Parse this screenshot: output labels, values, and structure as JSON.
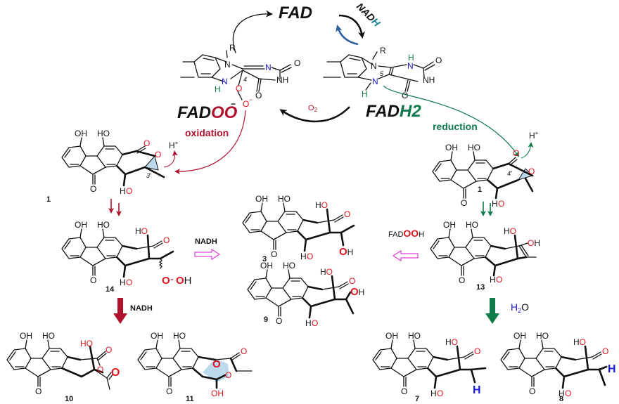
{
  "colors": {
    "black": "#111111",
    "oxidation_red": "#b0122e",
    "reduction_green": "#0f7a4a",
    "teal": "#138290",
    "blue_arrow": "#2e5f9c",
    "atom_red": "#e0141e",
    "atom_blue": "#1a1ad6",
    "atom_green": "#0f7a3c",
    "inhibit_magenta": "#e040e0",
    "epoxide_fill": "#bcd9ee"
  },
  "cycle": {
    "fad": "FAD",
    "nadh_prefix": "NAD",
    "nadh_h": "H",
    "o2_label": "O",
    "o2_sub": "2",
    "fadoo_prefix": "FAD",
    "fadoo_suffix": "OO",
    "fadoo_charge": "−",
    "fadh2_prefix": "FAD",
    "fadh2_suffix": "H2"
  },
  "flavin_left": {
    "r": "R",
    "n1": "N",
    "n2": "N",
    "nh": "NH",
    "n_bottom": "N",
    "h_bottom": "H",
    "o_carbonyl_top": "O",
    "o_carbonyl_bottom": "O",
    "c4_label": "4",
    "peroxy_o1": "O",
    "peroxy_o2": "O",
    "peroxy_charge": "−"
  },
  "flavin_right": {
    "r": "R",
    "n1": "N",
    "n_h_top": "N",
    "h_top": "H",
    "nh": "NH",
    "n5": "N",
    "n5_label": "5",
    "h5": "H",
    "o_carbonyl_top": "O",
    "o_carbonyl_bottom": "O"
  },
  "processes": {
    "oxidation": "oxidation",
    "reduction": "reduction",
    "h_plus_left": "H",
    "h_plus_right": "H",
    "plus": "+",
    "nadh_mid": "NADH",
    "nadh_down": "NADH",
    "fadooh_prefix": "FAD",
    "fadooh_oo": "OO",
    "fadooh_h": "H",
    "h2o_h": "H",
    "h2o_sub": "2",
    "h2o_o": "O",
    "c3_label": "3'",
    "c4_label": "4'"
  },
  "compounds": [
    {
      "id": "1",
      "label": "1",
      "side": "left"
    },
    {
      "id": "1b",
      "label": "1",
      "side": "right"
    },
    {
      "id": "14",
      "label": "14"
    },
    {
      "id": "3",
      "label": "3"
    },
    {
      "id": "9",
      "label": "9"
    },
    {
      "id": "13",
      "label": "13"
    },
    {
      "id": "10",
      "label": "10"
    },
    {
      "id": "11",
      "label": "11"
    },
    {
      "id": "7",
      "label": "7"
    },
    {
      "id": "8",
      "label": "8"
    }
  ],
  "atoms": {
    "oh": "OH",
    "ho": "HO",
    "o": "O",
    "h": "H",
    "oo_h": "O-OH"
  }
}
